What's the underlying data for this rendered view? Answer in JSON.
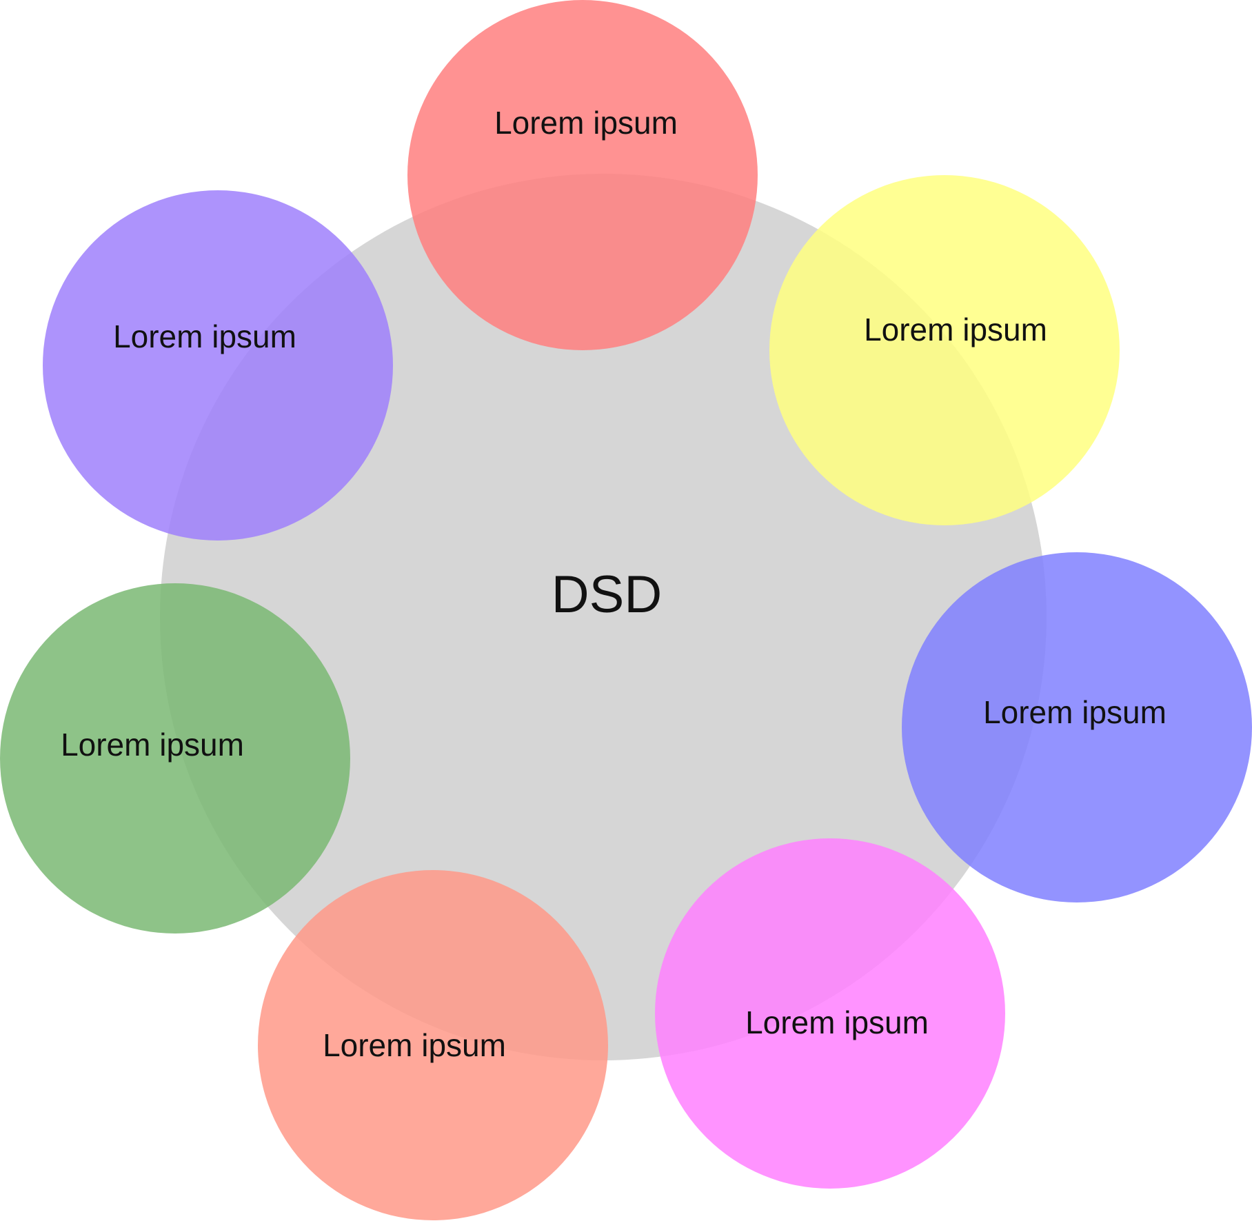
{
  "diagram": {
    "center": {
      "label": "DSD",
      "color": "#d6d6d6"
    },
    "satellites": [
      {
        "label": "Lorem ipsum",
        "color": "#ff7f7f"
      },
      {
        "label": "Lorem ipsum",
        "color": "#ffff80"
      },
      {
        "label": "Lorem ipsum",
        "color": "#8080ff"
      },
      {
        "label": "Lorem ipsum",
        "color": "#ff80ff"
      },
      {
        "label": "Lorem ipsum",
        "color": "#ff9988"
      },
      {
        "label": "Lorem ipsum",
        "color": "#7ab873"
      },
      {
        "label": "Lorem ipsum",
        "color": "#9f80fc"
      }
    ]
  }
}
